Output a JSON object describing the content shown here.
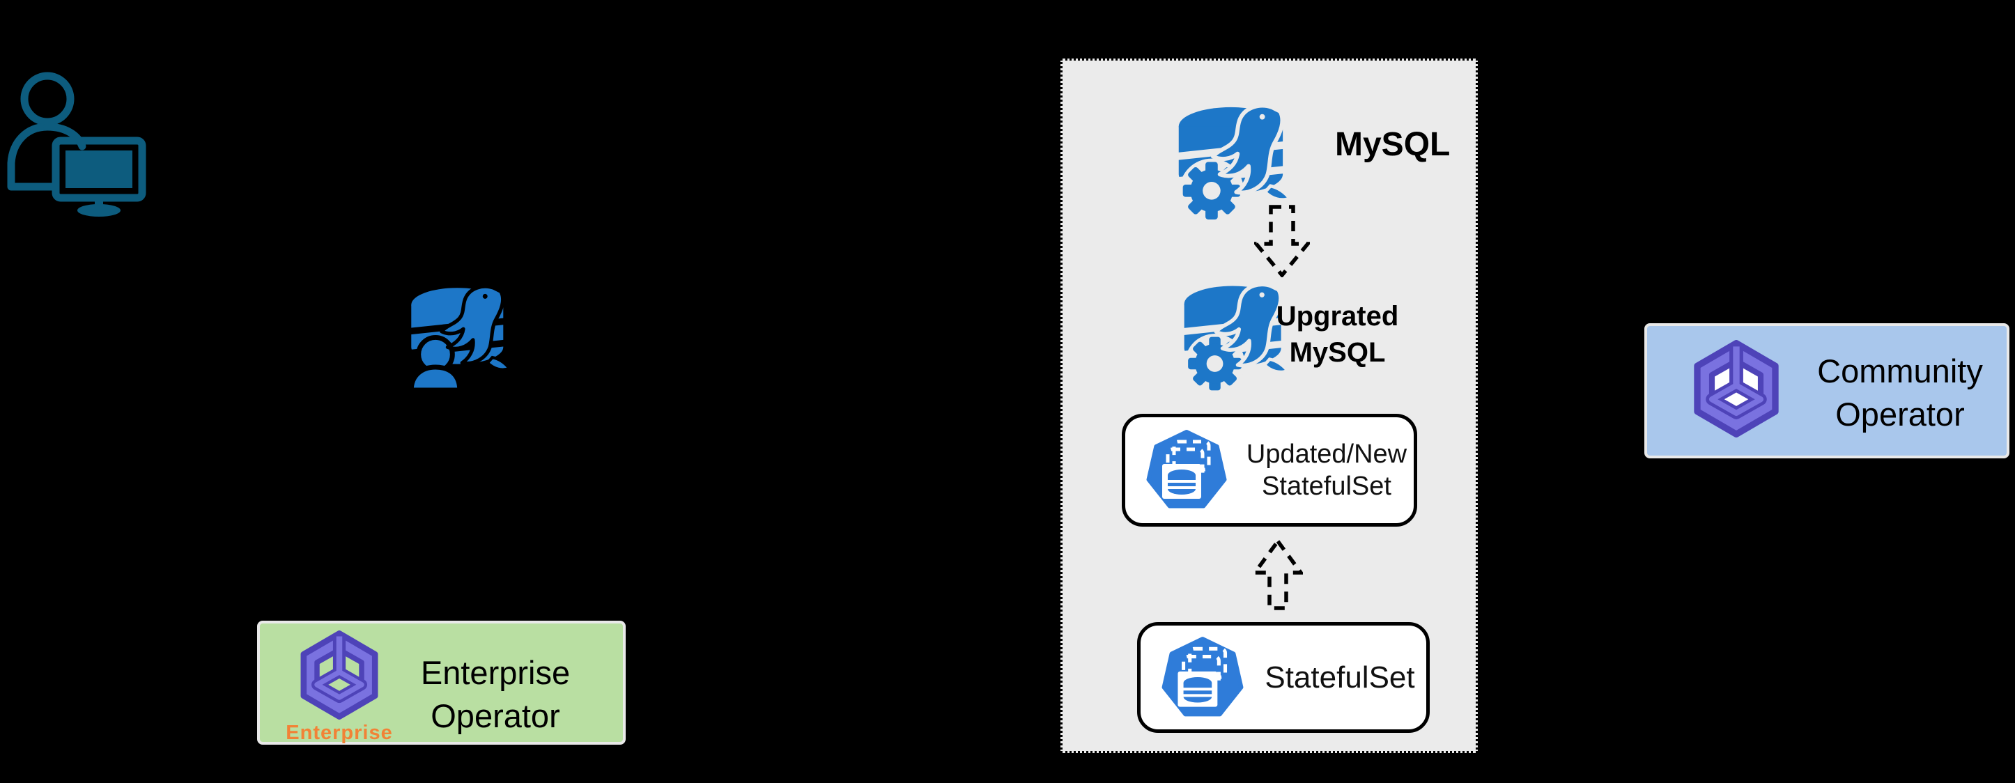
{
  "cluster": {
    "mysql_label": "MySQL",
    "upgraded_mysql_label": "Upgrated MySQL",
    "updated_statefulset_label": "Updated/New StatefulSet",
    "statefulset_label": "StatefulSet"
  },
  "operators": {
    "enterprise": {
      "label": "Enterprise Operator",
      "badge": "Enterprise"
    },
    "community": {
      "label": "Community Operator"
    }
  },
  "icons": [
    "user-at-workstation-icon",
    "mysql-user-database-icon",
    "mysql-server-icon",
    "kubernetes-statefulset-icon",
    "operator-cube-icon"
  ],
  "colors": {
    "background": "#000000",
    "cluster_fill": "#ebebeb",
    "node_fill": "#ffffff",
    "node_border": "#000000",
    "enterprise_fill": "#b9dfa2",
    "community_fill": "#a9c7ec",
    "operator_box_border": "#e9e9e9",
    "mysql_blue": "#1d77c8",
    "k8s_blue": "#2f7cd9",
    "operator_purple": "#7a72e0",
    "operator_purple_dark": "#4e43b8",
    "badge_orange": "#f28236",
    "user_teal": "#0d5c7e",
    "arrow_black": "#000000"
  }
}
